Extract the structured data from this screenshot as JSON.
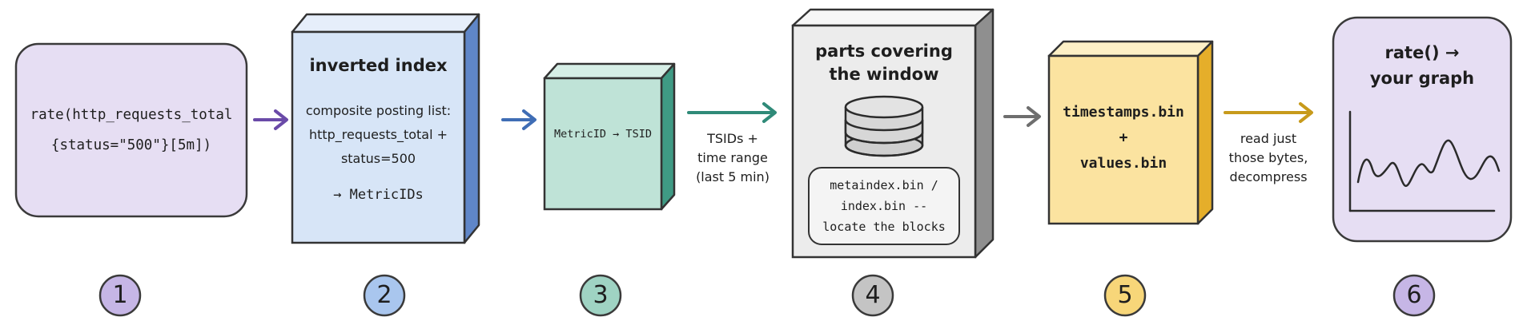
{
  "steps": {
    "s1": {
      "number": "1",
      "lines": [
        "rate(http_requests_total",
        "{status=\"500\"}[5m])"
      ],
      "color": "#e6def3",
      "badge": "#c6b6e6"
    },
    "s2": {
      "number": "2",
      "title": "inverted index",
      "lines": [
        "composite posting list:",
        "http_requests_total +",
        "status=500",
        "→ MetricIDs"
      ],
      "color": "#d7e5f7",
      "badge": "#a9c6ee"
    },
    "s3": {
      "number": "3",
      "label": "MetricID → TSID",
      "color": "#bfe3d7",
      "badge": "#9fd3c3"
    },
    "s4": {
      "number": "4",
      "title_lines": [
        "parts covering",
        "the window"
      ],
      "inner_lines": [
        "metaindex.bin /",
        "index.bin --",
        "locate the blocks"
      ],
      "color": "#ececec",
      "badge": "#c4c4c4"
    },
    "s5": {
      "number": "5",
      "lines": [
        "timestamps.bin",
        "+",
        "values.bin"
      ],
      "color": "#fbe3a0",
      "badge": "#f7d679"
    },
    "s6": {
      "number": "6",
      "lines": [
        "rate() →",
        "your graph"
      ],
      "color": "#e6def3",
      "badge": "#c6b6e6"
    }
  },
  "arrows": {
    "a3": {
      "lines": [
        "TSIDs +",
        "time range",
        "(last 5 min)"
      ],
      "color": "#2f8a78"
    },
    "a5": {
      "lines": [
        "read just",
        "those bytes,",
        "decompress"
      ],
      "color": "#c79a1b"
    }
  },
  "icons": [
    "database-icon",
    "line-graph-icon",
    "arrow-right-icon"
  ]
}
